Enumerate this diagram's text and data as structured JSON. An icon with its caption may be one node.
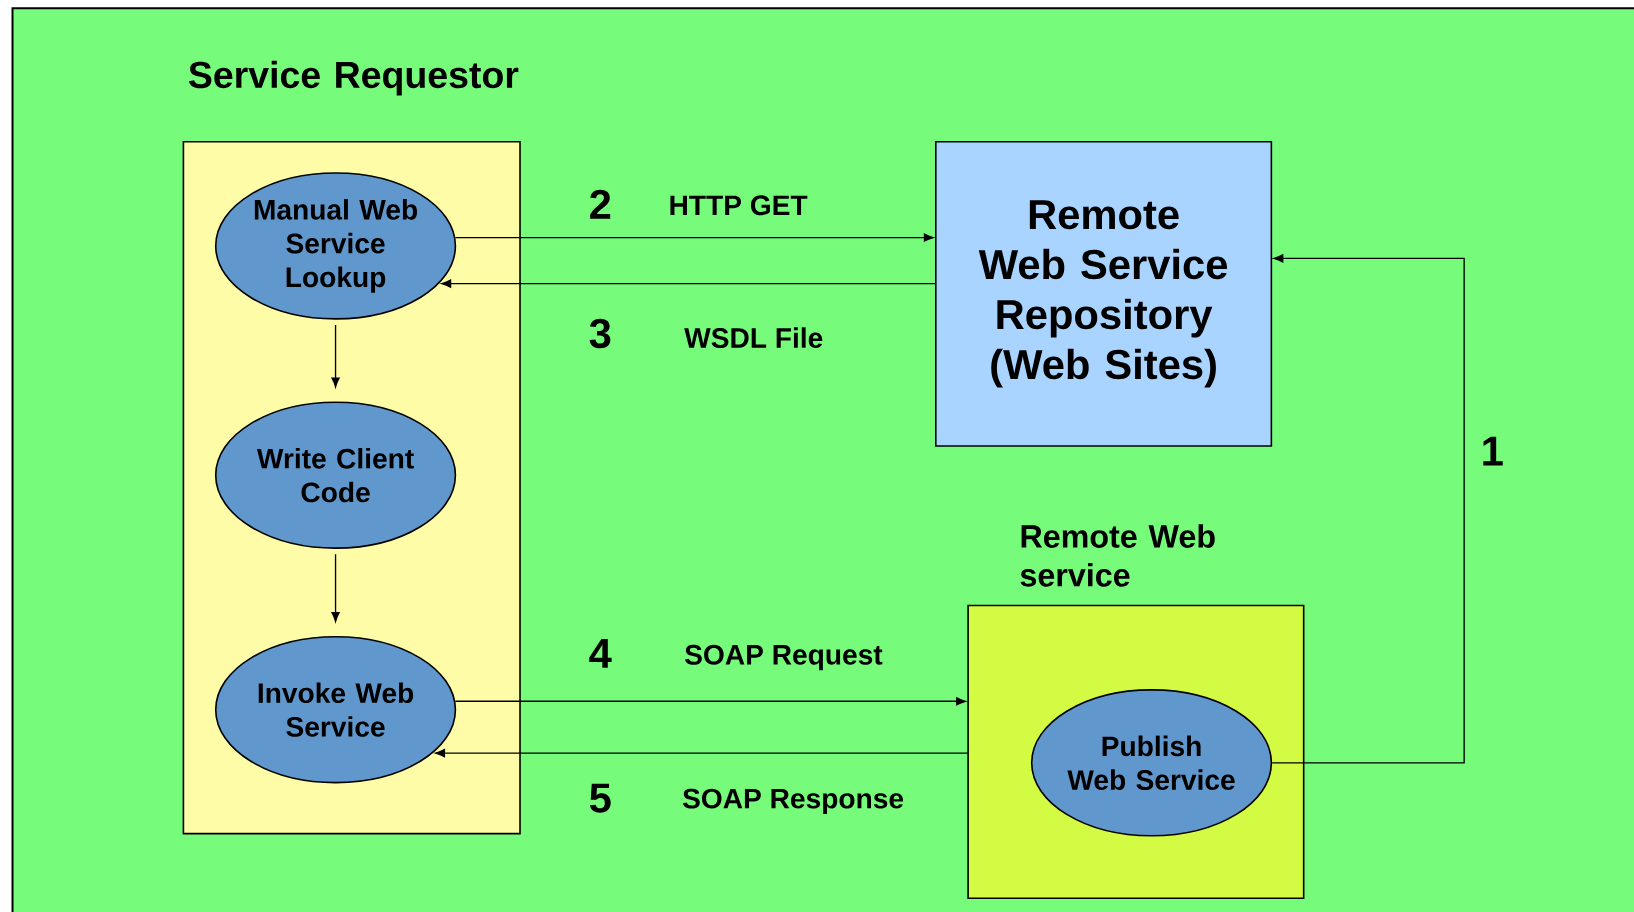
{
  "diagram": {
    "nodes": [
      {
        "text": [
          "Service Requestor"
        ]
      },
      {
        "text": [
          "Manual Web Service Lookup"
        ],
        "in": 0
      },
      {
        "text": [
          "Write Client Code"
        ],
        "in": 0
      },
      {
        "text": [
          "Invoke Web Service"
        ],
        "in": 0
      },
      {
        "text": [
          "Remote Web Service Repository (Web Sites)"
        ]
      },
      {
        "text": [
          "Remote Web service"
        ]
      },
      {
        "text": [
          "Publish Web Service"
        ],
        "in": 5
      }
    ],
    "edges": [
      {
        "from": 1,
        "to": 4,
        "arrow": "to",
        "label": "HTTP GET"
      },
      {
        "from": 4,
        "to": 1,
        "arrow": "to",
        "label": "WSDL File"
      },
      {
        "from": 1,
        "to": 2,
        "arrow": "to"
      },
      {
        "from": 2,
        "to": 3,
        "arrow": "to"
      },
      {
        "from": 3,
        "to": 5,
        "arrow": "to",
        "label": "SOAP Request"
      },
      {
        "from": 5,
        "to": 3,
        "arrow": "to",
        "label": "SOAP Response"
      },
      {
        "from": 6,
        "to": 4,
        "arrow": "to"
      }
    ],
    "labels": [
      "2",
      "3",
      "1",
      "4",
      "5"
    ]
  }
}
